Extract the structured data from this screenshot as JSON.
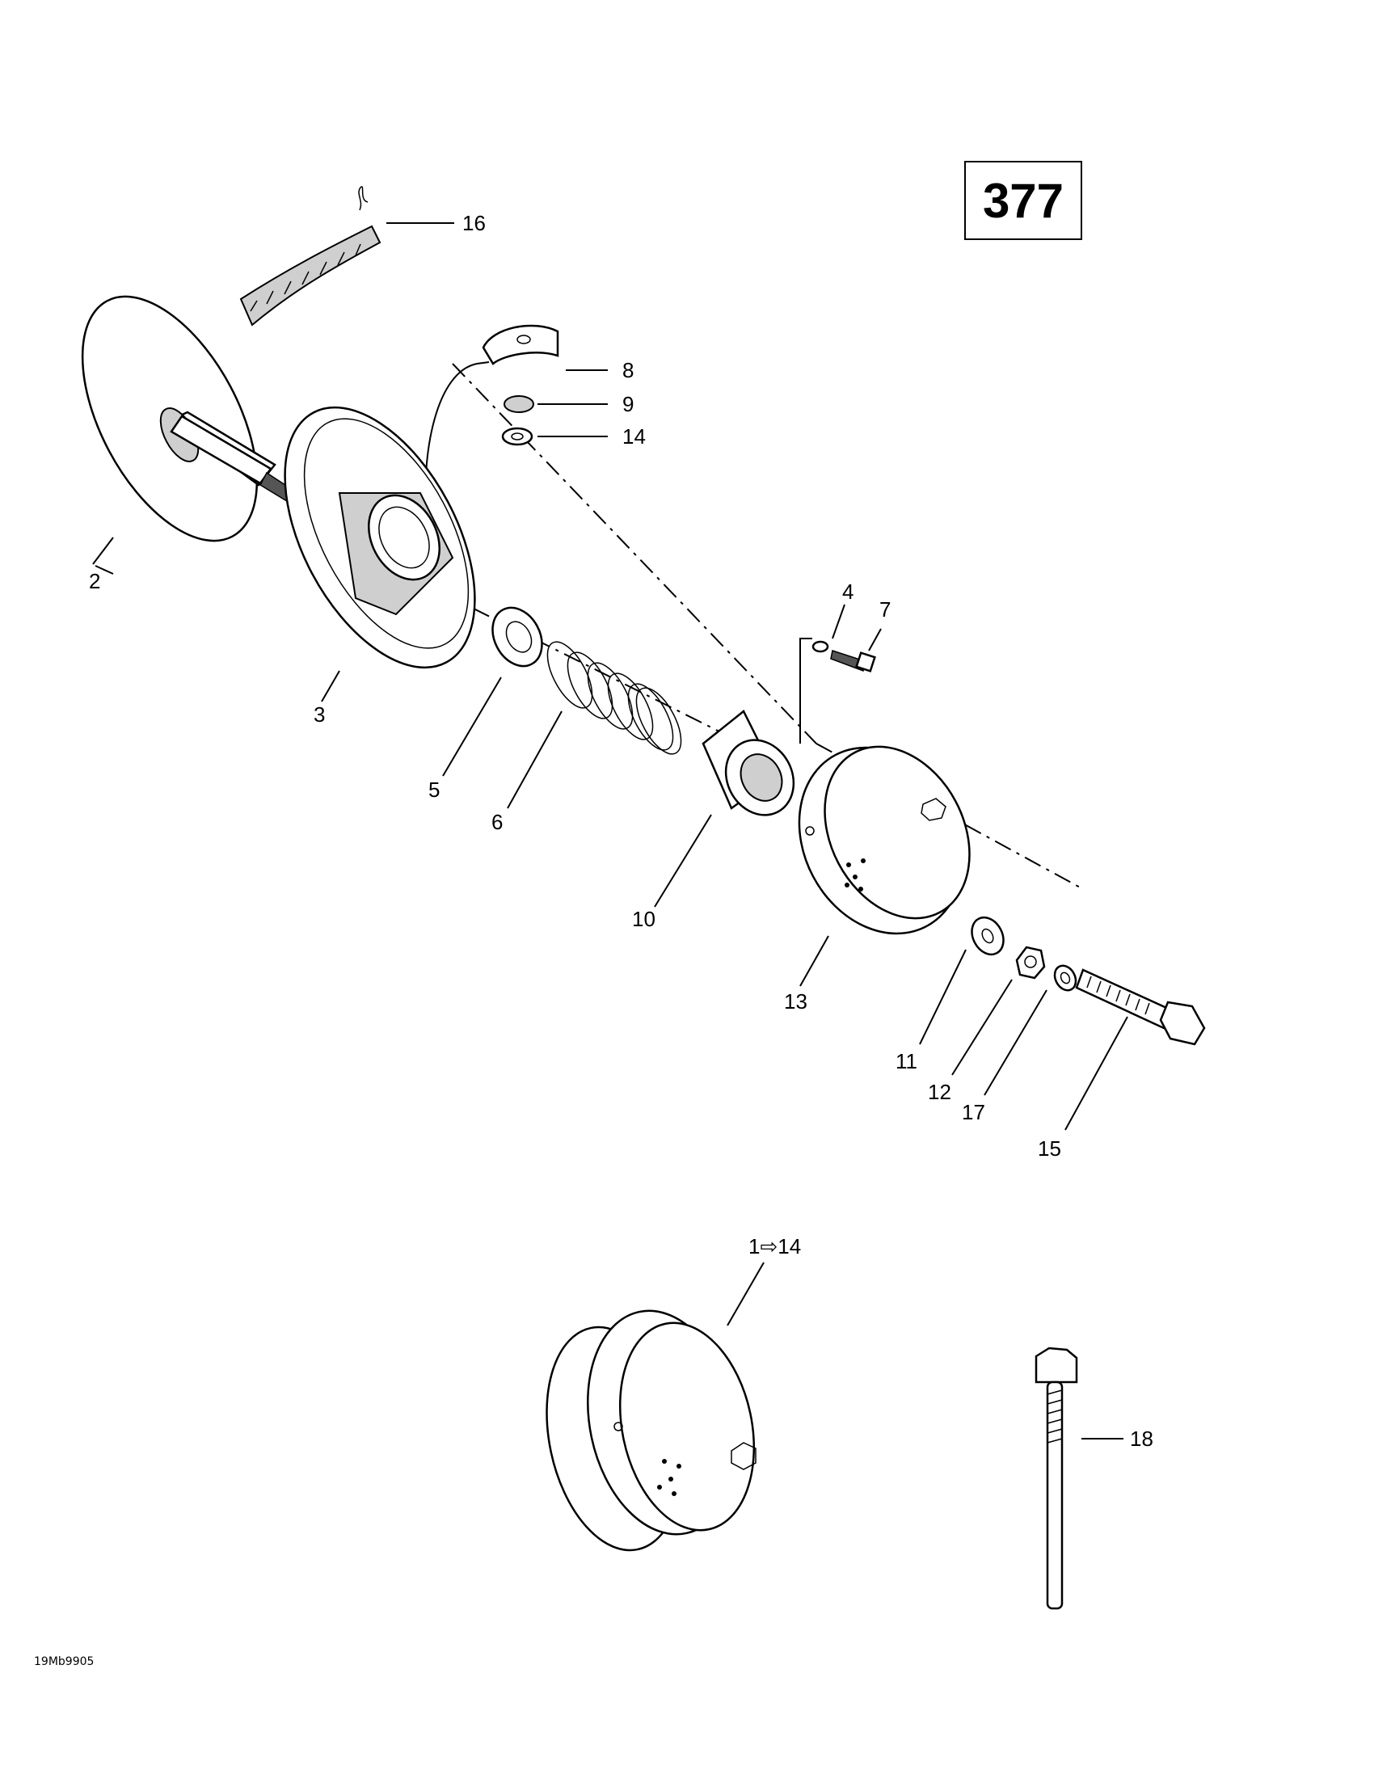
{
  "page_number": "377",
  "drawing_code": "19Mb9905",
  "callouts": [
    {
      "id": "c2",
      "text": "2"
    },
    {
      "id": "c3",
      "text": "3"
    },
    {
      "id": "c4",
      "text": "4"
    },
    {
      "id": "c5",
      "text": "5"
    },
    {
      "id": "c6",
      "text": "6"
    },
    {
      "id": "c7",
      "text": "7"
    },
    {
      "id": "c8",
      "text": "8"
    },
    {
      "id": "c9",
      "text": "9"
    },
    {
      "id": "c10",
      "text": "10"
    },
    {
      "id": "c11",
      "text": "11"
    },
    {
      "id": "c12",
      "text": "12"
    },
    {
      "id": "c13",
      "text": "13"
    },
    {
      "id": "c14",
      "text": "14"
    },
    {
      "id": "c15",
      "text": "15"
    },
    {
      "id": "c16",
      "text": "16"
    },
    {
      "id": "c17",
      "text": "17"
    },
    {
      "id": "c18",
      "text": "18"
    },
    {
      "id": "c1to14",
      "text": "1⇨14"
    }
  ]
}
